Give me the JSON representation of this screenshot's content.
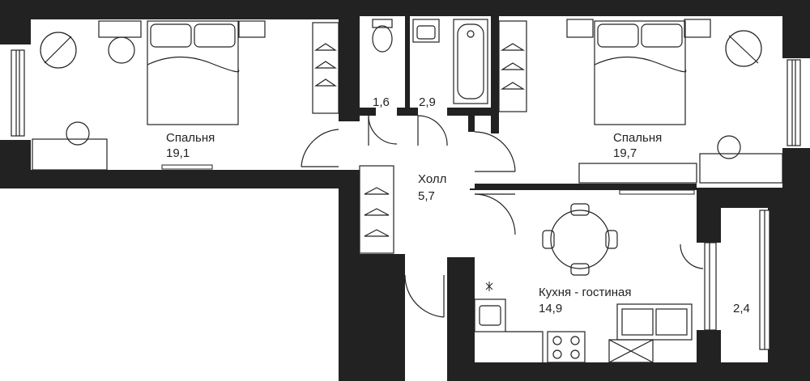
{
  "colors": {
    "wall": "#222222",
    "line": "#222222",
    "background": "#ffffff"
  },
  "rooms": {
    "bedroom_left": {
      "name": "Спальня",
      "area": "19,1"
    },
    "bedroom_right": {
      "name": "Спальня",
      "area": "19,7"
    },
    "hall": {
      "name": "Холл",
      "area": "5,7"
    },
    "kitchen": {
      "name": "Кухня - гостиная",
      "area": "14,9"
    },
    "wc": {
      "area": "1,6"
    },
    "bathroom": {
      "area": "2,9"
    },
    "balcony": {
      "area": "2,4"
    }
  },
  "icons": [
    "armchair-icon",
    "bed-icon",
    "desk-icon",
    "chair-icon",
    "wardrobe-icon",
    "hanger-icon",
    "toilet-icon",
    "sink-icon",
    "bathtub-icon",
    "dining-table-icon",
    "sofa-icon",
    "stove-icon",
    "kitchen-sink-icon",
    "window-icon",
    "door-icon"
  ]
}
